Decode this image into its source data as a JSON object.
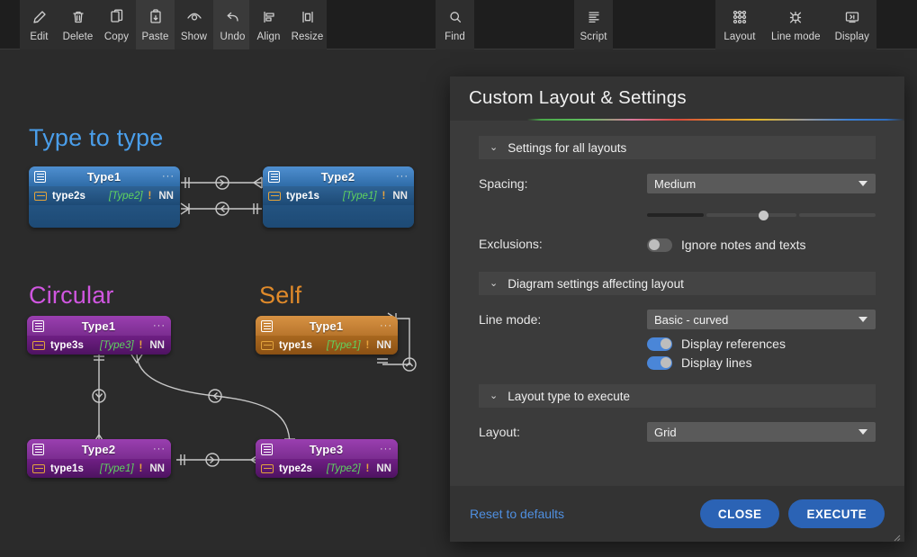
{
  "toolbar": {
    "groups": [
      {
        "name": "edit-group",
        "buttons": [
          {
            "label": "Edit",
            "icon": "pencil-icon"
          },
          {
            "label": "Delete",
            "icon": "trash-icon"
          },
          {
            "label": "Copy",
            "icon": "copy-icon"
          },
          {
            "label": "Paste",
            "icon": "paste-icon"
          },
          {
            "label": "Show",
            "icon": "eye-icon"
          },
          {
            "label": "Undo",
            "icon": "undo-arrow-icon"
          }
        ]
      },
      {
        "name": "arrange-group",
        "buttons": [
          {
            "label": "Align",
            "icon": "align-left-icon"
          },
          {
            "label": "Resize",
            "icon": "resize-icon"
          }
        ]
      },
      {
        "name": "find-group",
        "buttons": [
          {
            "label": "Find",
            "icon": "search-icon"
          }
        ]
      },
      {
        "name": "script-group",
        "buttons": [
          {
            "label": "Script",
            "icon": "script-lines-icon"
          }
        ]
      },
      {
        "name": "view-group",
        "buttons": [
          {
            "label": "Layout",
            "icon": "layout-grid-icon"
          },
          {
            "label": "Line mode",
            "icon": "line-mode-icon"
          },
          {
            "label": "Display",
            "icon": "display-monitor-icon"
          }
        ]
      }
    ]
  },
  "canvas": {
    "groups": [
      {
        "title": "Type to type",
        "color": "#4a9eea"
      },
      {
        "title": "Circular",
        "color": "#d056e0"
      },
      {
        "title": "Self",
        "color": "#e08a2a"
      }
    ],
    "entities": [
      {
        "name": "Type1",
        "theme": "blue",
        "field": "type2s",
        "type": "[Type2]",
        "bang": "!",
        "nn": "NN",
        "menu": "···"
      },
      {
        "name": "Type2",
        "theme": "blue",
        "field": "type1s",
        "type": "[Type1]",
        "bang": "!",
        "nn": "NN",
        "menu": "···"
      },
      {
        "name": "Type1",
        "theme": "purple",
        "field": "type3s",
        "type": "[Type3]",
        "bang": "!",
        "nn": "NN",
        "menu": "···"
      },
      {
        "name": "Type1",
        "theme": "orange",
        "field": "type1s",
        "type": "[Type1]",
        "bang": "!",
        "nn": "NN",
        "menu": "···"
      },
      {
        "name": "Type2",
        "theme": "purple",
        "field": "type1s",
        "type": "[Type1]",
        "bang": "!",
        "nn": "NN",
        "menu": "···"
      },
      {
        "name": "Type3",
        "theme": "purple",
        "field": "type2s",
        "type": "[Type2]",
        "bang": "!",
        "nn": "NN",
        "menu": "···"
      }
    ]
  },
  "dialog": {
    "title": "Custom Layout & Settings",
    "sections": [
      {
        "caret": "⌄",
        "label": "Settings for all layouts"
      },
      {
        "caret": "⌄",
        "label": "Diagram settings affecting layout"
      },
      {
        "caret": "⌄",
        "label": "Layout type to execute"
      }
    ],
    "spacing": {
      "label": "Spacing:",
      "value": "Medium",
      "slider_percent": 55
    },
    "exclusions": {
      "label": "Exclusions:",
      "toggle_label": "Ignore notes and texts",
      "on": false
    },
    "line_mode": {
      "label": "Line mode:",
      "value": "Basic - curved"
    },
    "display_references": {
      "toggle_label": "Display references",
      "on": true
    },
    "display_lines": {
      "toggle_label": "Display lines",
      "on": true
    },
    "layout": {
      "label": "Layout:",
      "value": "Grid"
    },
    "footer": {
      "reset": "Reset to defaults",
      "close": "CLOSE",
      "execute": "EXECUTE"
    },
    "accent_colors": [
      "#4aa84a",
      "#d97a9e",
      "#d94a3d",
      "#e08b2a",
      "#e0b62a",
      "#9a9a9a",
      "#3b7fd4"
    ]
  }
}
